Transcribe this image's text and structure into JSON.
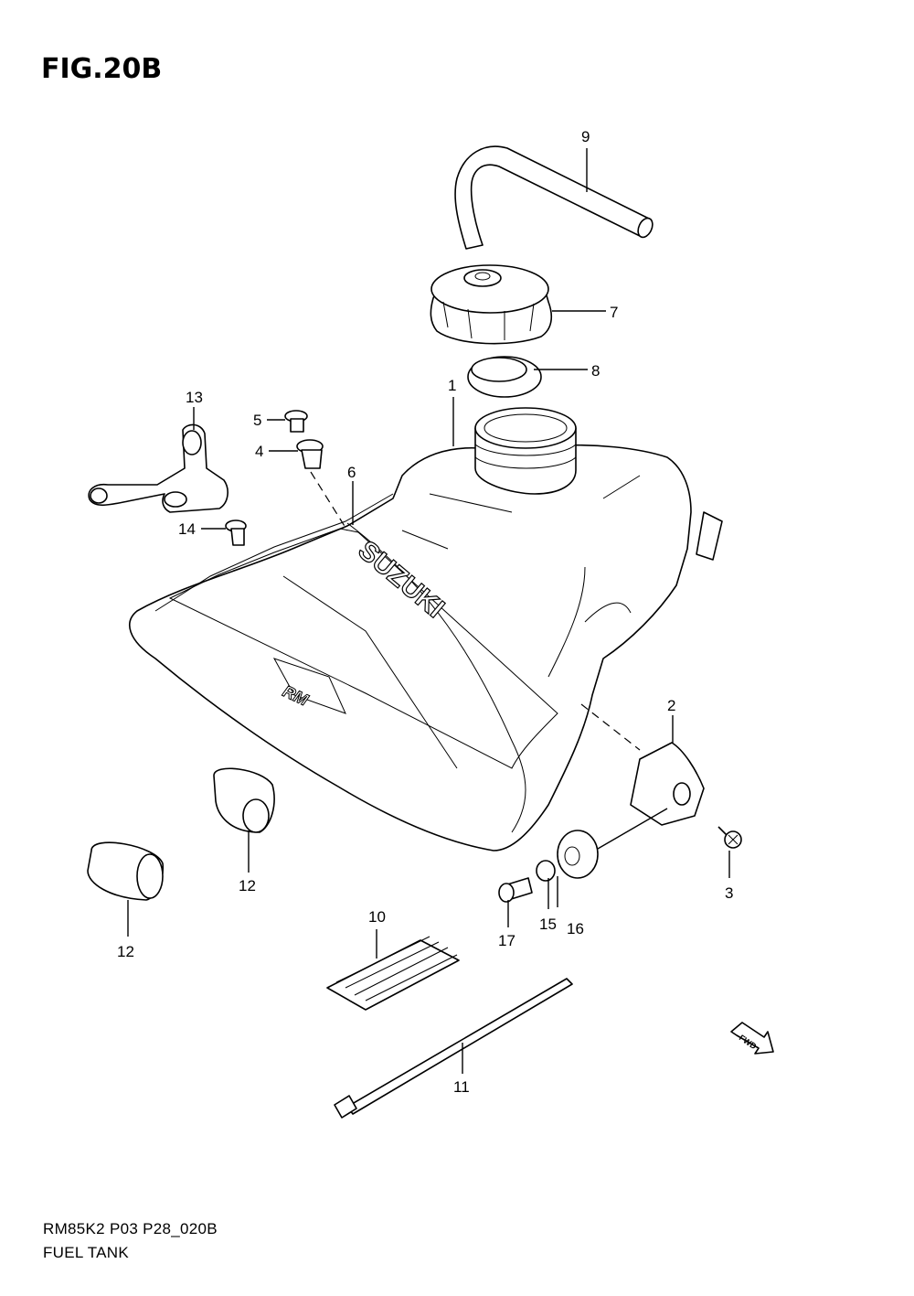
{
  "figure": {
    "title": "FIG.20B",
    "code": "RM85K2 P03 P28_020B",
    "name": "FUEL TANK"
  },
  "tank_lettering": {
    "brand": "SUZUKI",
    "model": "RM"
  },
  "fwd_label": "FWD",
  "callouts": [
    {
      "id": "c1",
      "label": "1"
    },
    {
      "id": "c2",
      "label": "2"
    },
    {
      "id": "c3",
      "label": "3"
    },
    {
      "id": "c4",
      "label": "4"
    },
    {
      "id": "c5",
      "label": "5"
    },
    {
      "id": "c6",
      "label": "6"
    },
    {
      "id": "c7",
      "label": "7"
    },
    {
      "id": "c8",
      "label": "8"
    },
    {
      "id": "c9",
      "label": "9"
    },
    {
      "id": "c10",
      "label": "10"
    },
    {
      "id": "c11",
      "label": "11"
    },
    {
      "id": "c12a",
      "label": "12"
    },
    {
      "id": "c12b",
      "label": "12"
    },
    {
      "id": "c13",
      "label": "13"
    },
    {
      "id": "c14",
      "label": "14"
    },
    {
      "id": "c15",
      "label": "15"
    },
    {
      "id": "c16",
      "label": "16"
    },
    {
      "id": "c17",
      "label": "17"
    }
  ]
}
